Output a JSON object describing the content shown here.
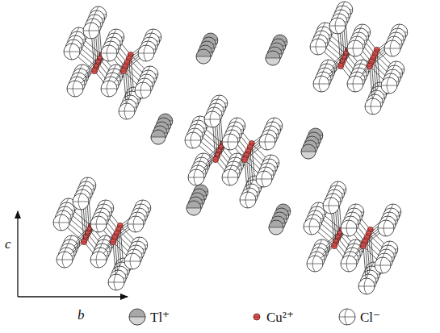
{
  "diagram": {
    "labels": [
      "c",
      "b"
    ],
    "legend": [
      {
        "text": "Tl⁺"
      },
      {
        "text": "Cu²⁺"
      },
      {
        "text": "Cl⁻"
      }
    ]
  }
}
